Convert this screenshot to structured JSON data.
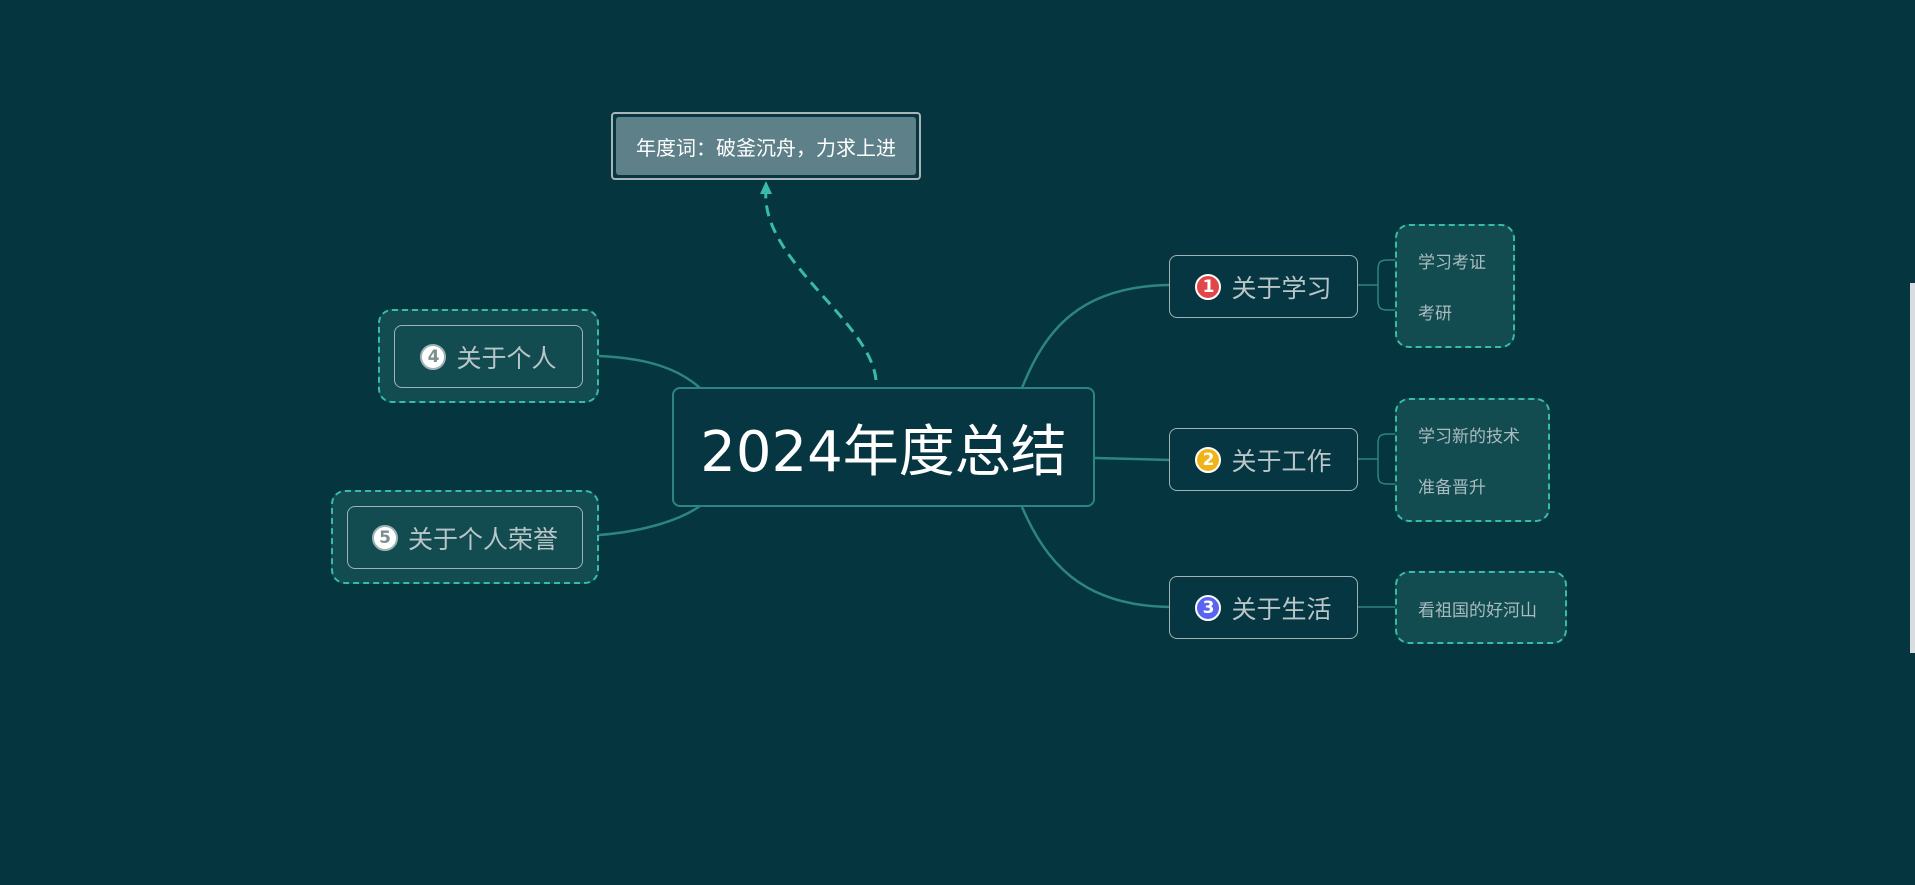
{
  "theme": {
    "background": "#05353f",
    "connector": "#2e8481",
    "dash_accent": "#39bca6"
  },
  "central": {
    "title": "2024年度总结"
  },
  "callout": {
    "text": "年度词：破釜沉舟，力求上进"
  },
  "branches": [
    {
      "number": "1",
      "label": "关于学习",
      "badge_color": "#e0464a",
      "children": [
        "学习考证",
        "考研"
      ]
    },
    {
      "number": "2",
      "label": "关于工作",
      "badge_color": "#f0b418",
      "children": [
        "学习新的技术",
        "准备晋升"
      ]
    },
    {
      "number": "3",
      "label": "关于生活",
      "badge_color": "#5865f0",
      "children": [
        "看祖国的好河山"
      ]
    },
    {
      "number": "4",
      "label": "关于个人",
      "badge_color": "#ffffff",
      "children": []
    },
    {
      "number": "5",
      "label": "关于个人荣誉",
      "badge_color": "#ffffff",
      "children": []
    }
  ]
}
